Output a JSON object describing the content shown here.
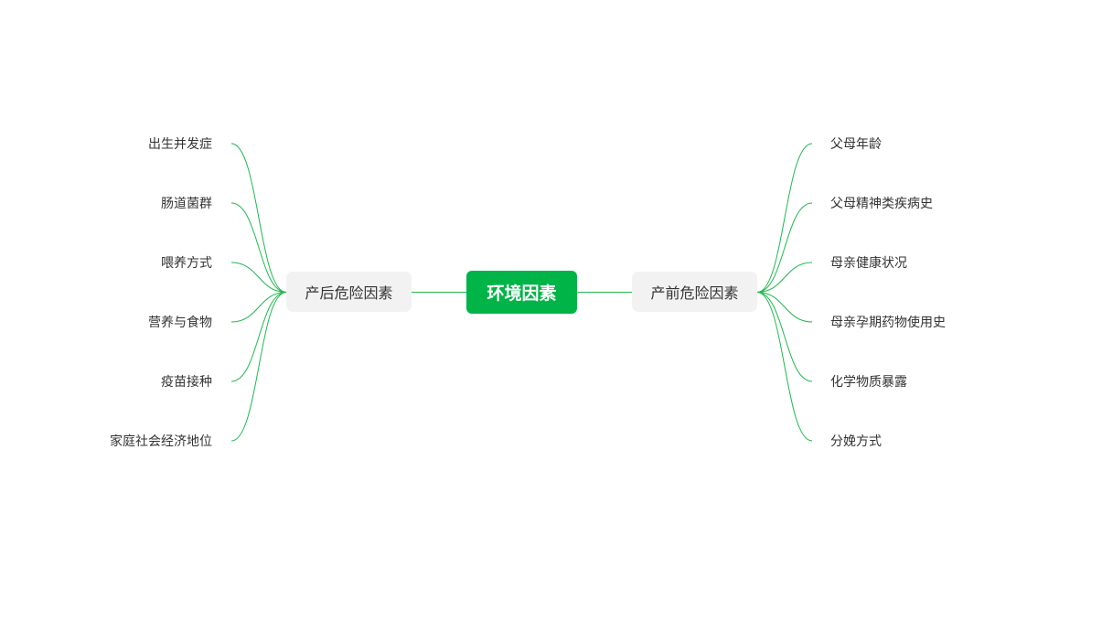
{
  "root": {
    "label": "环境因素"
  },
  "left_branch": {
    "label": "产后危险因素",
    "children": [
      "出生并发症",
      "肠道菌群",
      "喂养方式",
      "营养与食物",
      "疫苗接种",
      "家庭社会经济地位"
    ]
  },
  "right_branch": {
    "label": "产前危险因素",
    "children": [
      "父母年龄",
      "父母精神类疾病史",
      "母亲健康状况",
      "母亲孕期药物使用史",
      "化学物质暴露",
      "分娩方式"
    ]
  },
  "colors": {
    "accent": "#00b447",
    "sub_bg": "#f2f2f2",
    "line": "#1fb84f"
  }
}
